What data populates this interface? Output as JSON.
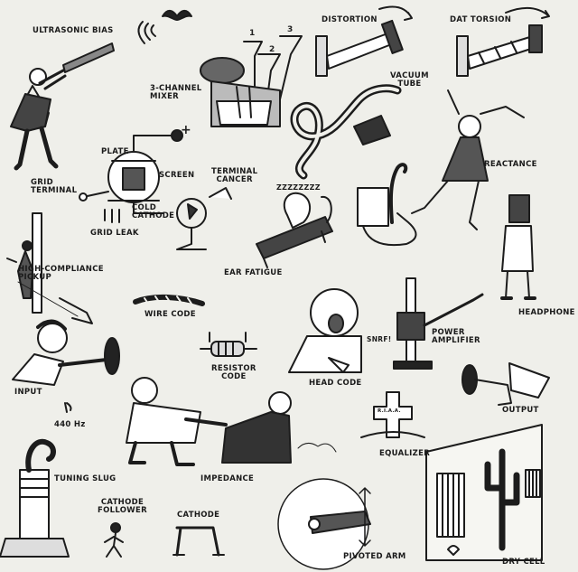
{
  "labels": {
    "ultrasonic_bias": "ULTRASONIC BIAS",
    "three_channel_mixer": "3-CHANNEL\nMIXER",
    "distortion": "DISTORTION",
    "dat_torsion": "DAT TORSION",
    "vacuum_tube": "VACUUM\nTUBE",
    "plate": "PLATE",
    "screen": "SCREEN",
    "grid_terminal": "GRID\nTERMINAL",
    "cold_cathode": "COLD\nCATHODE",
    "terminal_cancer": "TERMINAL\nCANCER",
    "grid_leak": "GRID LEAK",
    "reactance": "REACTANCE",
    "ear_fatigue": "EAR FATIGUE",
    "high_compliance_pickup": "HIGH-COMPLIANCE\nPICKUP",
    "wire_code": "WIRE CODE",
    "headphone": "HEADPHONE",
    "power_amplifier": "POWER\nAMPLIFIER",
    "input": "INPUT",
    "resistor_code": "RESISTOR\nCODE",
    "head_code": "HEAD CODE",
    "output": "OUTPUT",
    "frequency": "440 Hz",
    "tuning_slug": "TUNING SLUG",
    "impedance": "IMPEDANCE",
    "equalizer": "EQUALIZER",
    "cathode_follower": "CATHODE\nFOLLOWER",
    "cathode": "CATHODE",
    "pivoted_arm": "PIVOTED ARM",
    "dry_cell": "DRY CELL"
  },
  "funnel_numbers": [
    "1",
    "2",
    "3"
  ],
  "snore_text": "ZZZZZZZZ",
  "sniff_text": "SNRF!",
  "plus_sign": "+",
  "cross_text": "R.I.A.A."
}
